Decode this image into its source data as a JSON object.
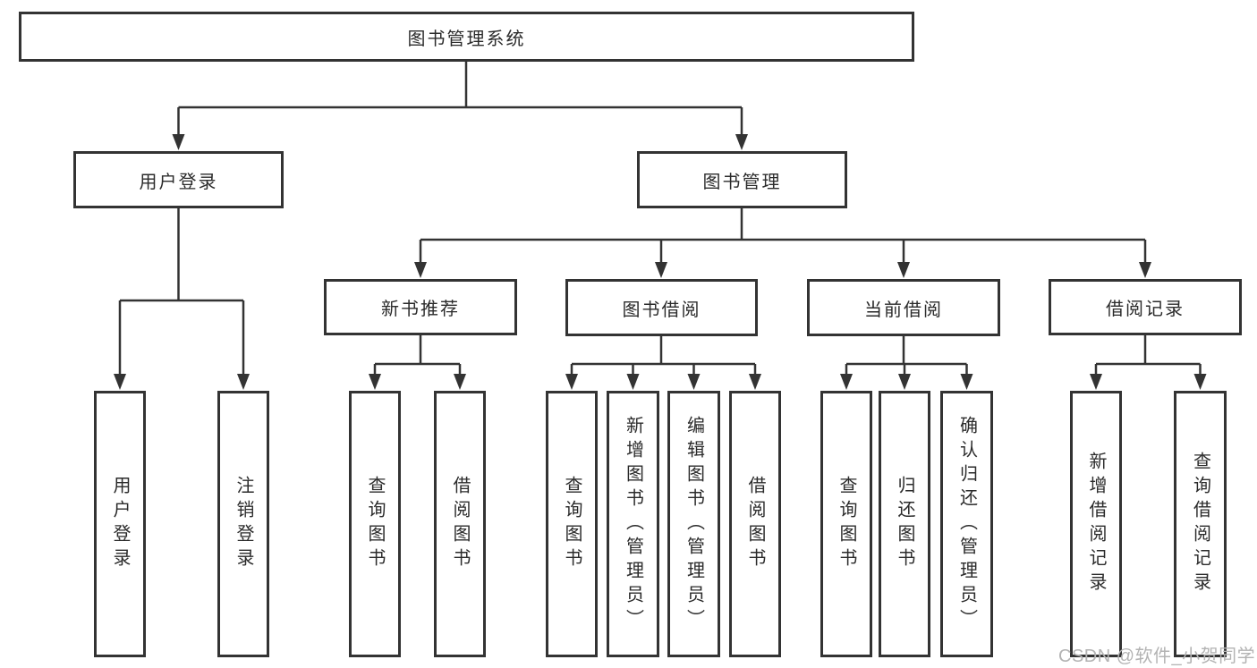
{
  "diagram_title": "图书管理系统",
  "tree": {
    "label": "图书管理系统",
    "children": [
      {
        "label": "用户登录",
        "children": [
          {
            "label": "用户登录"
          },
          {
            "label": "注销登录"
          }
        ]
      },
      {
        "label": "图书管理",
        "children": [
          {
            "label": "新书推荐",
            "children": [
              {
                "label": "查询图书"
              },
              {
                "label": "借阅图书"
              }
            ]
          },
          {
            "label": "图书借阅",
            "children": [
              {
                "label": "查询图书"
              },
              {
                "label": "新增图书（管理员）"
              },
              {
                "label": "编辑图书（管理员）"
              },
              {
                "label": "借阅图书"
              }
            ]
          },
          {
            "label": "当前借阅",
            "children": [
              {
                "label": "查询图书"
              },
              {
                "label": "归还图书"
              },
              {
                "label": "确认归还（管理员）"
              }
            ]
          },
          {
            "label": "借阅记录",
            "children": [
              {
                "label": "新增借阅记录"
              },
              {
                "label": "查询借阅记录"
              }
            ]
          }
        ]
      }
    ]
  },
  "watermark": {
    "text": "CSDN @软件_小贺同学"
  },
  "colors": {
    "line": "#333333",
    "box_border": "#333333",
    "text": "#2b2b2b",
    "watermark": "#b3b3b3",
    "background": "#ffffff"
  }
}
